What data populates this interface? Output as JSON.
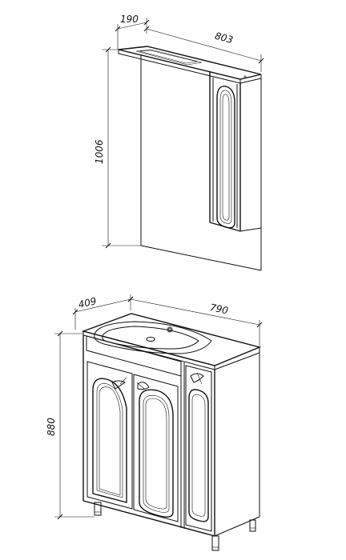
{
  "mirror_cabinet": {
    "depth_label": "190",
    "width_label": "803",
    "height_label": "1006"
  },
  "vanity": {
    "depth_label": "409",
    "width_label": "790",
    "height_label": "880"
  },
  "colors": {
    "ink": "#111111",
    "background": "#ffffff"
  }
}
